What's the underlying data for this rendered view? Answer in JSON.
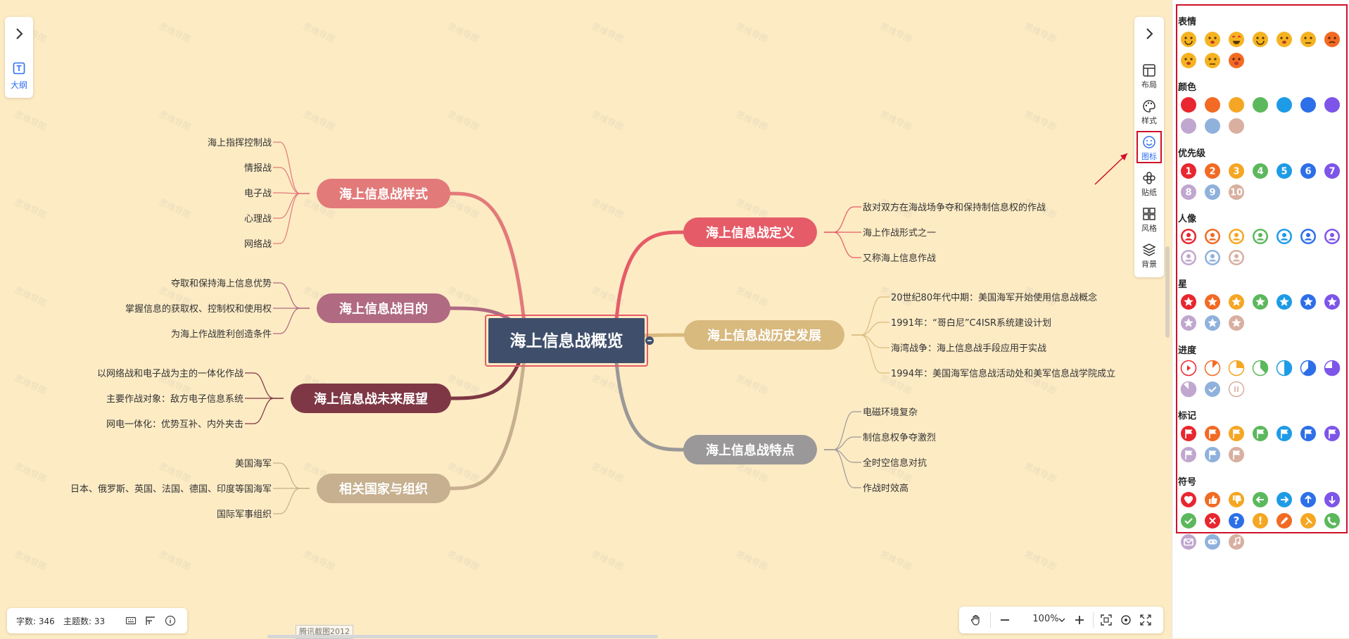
{
  "left_panel": {
    "outline_label": "大纲"
  },
  "toolbar": {
    "items": [
      {
        "key": "layout",
        "label": "布局",
        "icon": "layout-icon"
      },
      {
        "key": "style",
        "label": "样式",
        "icon": "palette-icon"
      },
      {
        "key": "icon",
        "label": "图标",
        "icon": "smiley-icon",
        "active": true
      },
      {
        "key": "sticker",
        "label": "贴纸",
        "icon": "flower-icon"
      },
      {
        "key": "theme",
        "label": "风格",
        "icon": "grid-icon"
      },
      {
        "key": "background",
        "label": "背景",
        "icon": "layers-icon"
      }
    ]
  },
  "mindmap": {
    "central": "海上信息战概览",
    "branches": [
      {
        "label": "海上信息战样式",
        "color": "#e27a7a",
        "side": "left",
        "children": [
          "海上指挥控制战",
          "情报战",
          "电子战",
          "心理战",
          "网络战"
        ]
      },
      {
        "label": "海上信息战目的",
        "color": "#b06a82",
        "side": "left",
        "children": [
          "夺取和保持海上信息优势",
          "掌握信息的获取权、控制权和使用权",
          "为海上作战胜利创造条件"
        ]
      },
      {
        "label": "海上信息战未来展望",
        "color": "#7e3744",
        "side": "left",
        "children": [
          "以网络战和电子战为主的一体化作战",
          "主要作战对象：敌方电子信息系统",
          "网电一体化：优势互补、内外夹击"
        ]
      },
      {
        "label": "相关国家与组织",
        "color": "#c7b08f",
        "side": "left",
        "children": [
          "美国海军",
          "日本、俄罗斯、英国、法国、德国、印度等国海军",
          "国际军事组织"
        ]
      },
      {
        "label": "海上信息战定义",
        "color": "#e55c68",
        "side": "right",
        "children": [
          "敌对双方在海战场争夺和保持制信息权的作战",
          "海上作战形式之一",
          "又称海上信息作战"
        ]
      },
      {
        "label": "海上信息战历史发展",
        "color": "#d8b97e",
        "side": "right",
        "children": [
          "20世纪80年代中期：美国海军开始使用信息战概念",
          "1991年：“哥白尼”C4ISR系统建设计划",
          "海湾战争：海上信息战手段应用于实战",
          "1994年：美国海军信息战活动处和美军信息战学院成立"
        ]
      },
      {
        "label": "海上信息战特点",
        "color": "#9a9898",
        "side": "right",
        "children": [
          "电磁环境复杂",
          "制信息权争夺激烈",
          "全时空信息对抗",
          "作战时效高"
        ]
      }
    ]
  },
  "status": {
    "word_count": "字数: 346",
    "topic_count": "主题数: 33"
  },
  "zoom": {
    "value": "100%"
  },
  "watermark_tag": "腾讯截图2012",
  "icon_panel": {
    "sections": [
      {
        "title": "表情",
        "type": "face",
        "colors": [
          "#f5b322",
          "#f5b322",
          "#f5b322",
          "#f5b322",
          "#f5b322",
          "#f5b322",
          "#f5b322",
          "#f5b322",
          "#f5b322",
          "#f5b322"
        ]
      },
      {
        "title": "颜色",
        "type": "circle",
        "colors": [
          "#e8262f",
          "#f26a23",
          "#f5a623",
          "#5cb85c",
          "#1e9be6",
          "#2c6fe8",
          "#7d55e8",
          "#c0a7cf",
          "#8fb1dc",
          "#d8afa0"
        ]
      },
      {
        "title": "优先级",
        "type": "number",
        "colors": [
          "#e8262f",
          "#f26a23",
          "#f5a623",
          "#5cb85c",
          "#1e9be6",
          "#2c6fe8",
          "#7d55e8",
          "#c0a7cf",
          "#8fb1dc",
          "#d8afa0"
        ],
        "labels": [
          "1",
          "2",
          "3",
          "4",
          "5",
          "6",
          "7",
          "8",
          "9",
          "10"
        ]
      },
      {
        "title": "人像",
        "type": "person",
        "colors": [
          "#e8262f",
          "#f26a23",
          "#f5a623",
          "#5cb85c",
          "#1e9be6",
          "#2c6fe8",
          "#7d55e8",
          "#c0a7cf",
          "#8fb1dc",
          "#d8afa0"
        ]
      },
      {
        "title": "星",
        "type": "star",
        "colors": [
          "#e8262f",
          "#f26a23",
          "#f5a623",
          "#5cb85c",
          "#1e9be6",
          "#2c6fe8",
          "#7d55e8",
          "#c0a7cf",
          "#8fb1dc",
          "#d8afa0"
        ]
      },
      {
        "title": "进度",
        "type": "progress",
        "colors": [
          "#e8262f",
          "#f26a23",
          "#f5a623",
          "#5cb85c",
          "#1e9be6",
          "#2c6fe8",
          "#7d55e8",
          "#c0a7cf",
          "#8fb1dc",
          "#d8afa0"
        ],
        "levels": [
          0,
          0.125,
          0.25,
          0.375,
          0.5,
          0.625,
          0.75,
          0.875,
          1,
          -1
        ]
      },
      {
        "title": "标记",
        "type": "flag",
        "colors": [
          "#e8262f",
          "#f26a23",
          "#f5a623",
          "#5cb85c",
          "#1e9be6",
          "#2c6fe8",
          "#7d55e8",
          "#c0a7cf",
          "#8fb1dc",
          "#d8afa0"
        ]
      },
      {
        "title": "符号",
        "type": "symbol",
        "colors": [
          "#e8262f",
          "#f26a23",
          "#f5a623",
          "#5cb85c",
          "#1e9be6",
          "#2c6fe8",
          "#7d55e8",
          "#5cb85c",
          "#e8262f",
          "#2c6fe8",
          "#f5a623",
          "#f26a23",
          "#f5a623",
          "#5cb85c",
          "#c0a7cf",
          "#8fb1dc",
          "#d8afa0"
        ],
        "glyphs": [
          "heart",
          "thumb-up",
          "thumb-down",
          "arrow-left",
          "arrow-right",
          "arrow-up",
          "arrow-down",
          "check",
          "cross",
          "question",
          "exclaim",
          "pencil",
          "pin",
          "phone",
          "mail",
          "gamepad",
          "music"
        ]
      }
    ]
  }
}
